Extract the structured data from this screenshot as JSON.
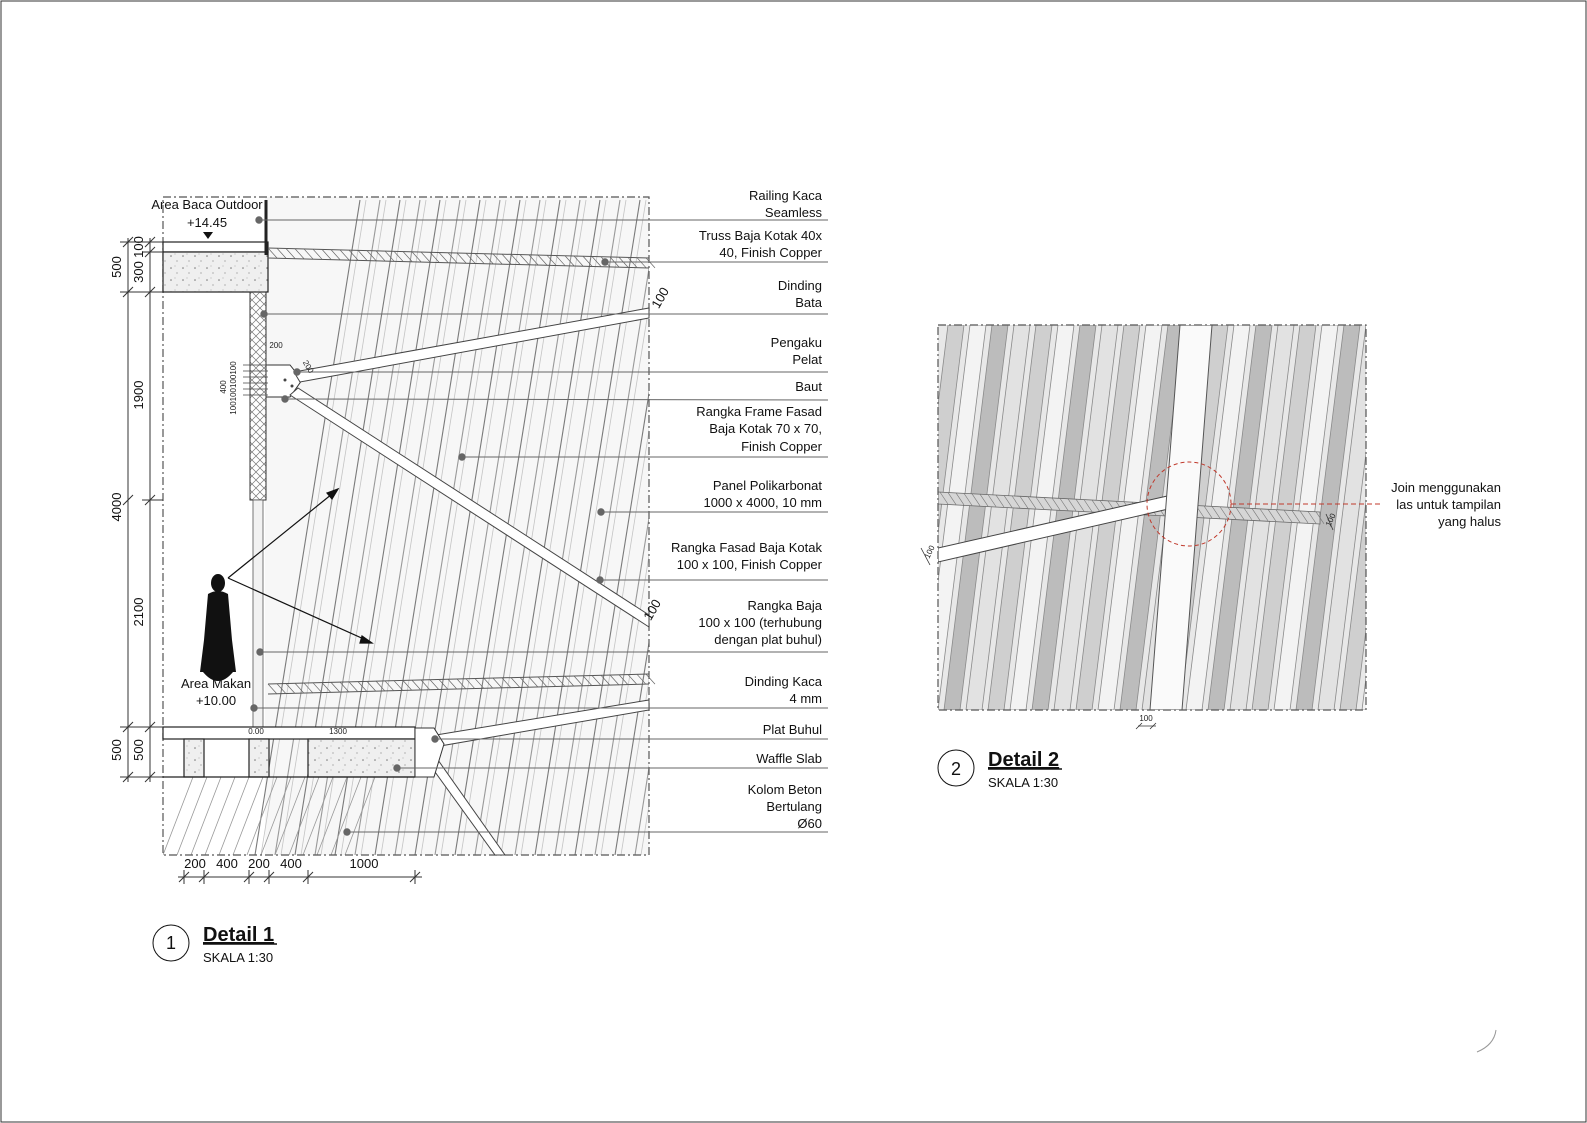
{
  "detail1": {
    "number": "1",
    "title": "Detail 1",
    "scale": "SKALA 1:30",
    "levels": {
      "upper_name": "Area Baca Outdoor",
      "upper_elev": "+14.45",
      "lower_name": "Area Makan",
      "lower_elev": "+10.00"
    },
    "callouts": [
      [
        "Railing Kaca",
        "Seamless"
      ],
      [
        "Truss Baja Kotak 40x",
        "40, Finish Copper"
      ],
      [
        "Dinding",
        "Bata"
      ],
      [
        "Pengaku",
        "Pelat"
      ],
      [
        "Baut"
      ],
      [
        "Rangka Frame Fasad",
        "Baja Kotak 70 x 70,",
        "Finish Copper"
      ],
      [
        "Panel Polikarbonat",
        "1000 x 4000, 10 mm"
      ],
      [
        "Rangka Fasad Baja Kotak",
        "100 x 100, Finish Copper"
      ],
      [
        "Rangka Baja",
        "100 x 100 (terhubung",
        "dengan plat buhul)"
      ],
      [
        "Dinding Kaca",
        "4 mm"
      ],
      [
        "Plat Buhul"
      ],
      [
        "Waffle Slab"
      ],
      [
        "Kolom Beton",
        "Bertulang",
        "Ø60"
      ]
    ],
    "vertical_dims_outer": [
      "500",
      "4000",
      "500"
    ],
    "vertical_dims_inner": [
      "100",
      "300",
      "1900",
      "2100",
      "500"
    ],
    "horizontal_dims": [
      "200",
      "400",
      "200",
      "400",
      "1000"
    ],
    "small_dims": {
      "frame_top": "100",
      "frame_bottom": "100",
      "plate_width": "200",
      "plate_side": "400",
      "plate_angle": "200",
      "bolt_spacing": "100100100100",
      "slab_a": "1300",
      "slab_b": "0.00"
    }
  },
  "detail2": {
    "number": "2",
    "title": "Detail 2",
    "scale": "SKALA 1:30",
    "callout": [
      "Join menggunakan",
      "las untuk tampilan",
      "yang halus"
    ],
    "dims": [
      "100",
      "100",
      "100"
    ]
  },
  "colors": {
    "line": "#444444",
    "callout": "#555555",
    "weld_circle": "#c0392b",
    "hatch": "#888888"
  }
}
